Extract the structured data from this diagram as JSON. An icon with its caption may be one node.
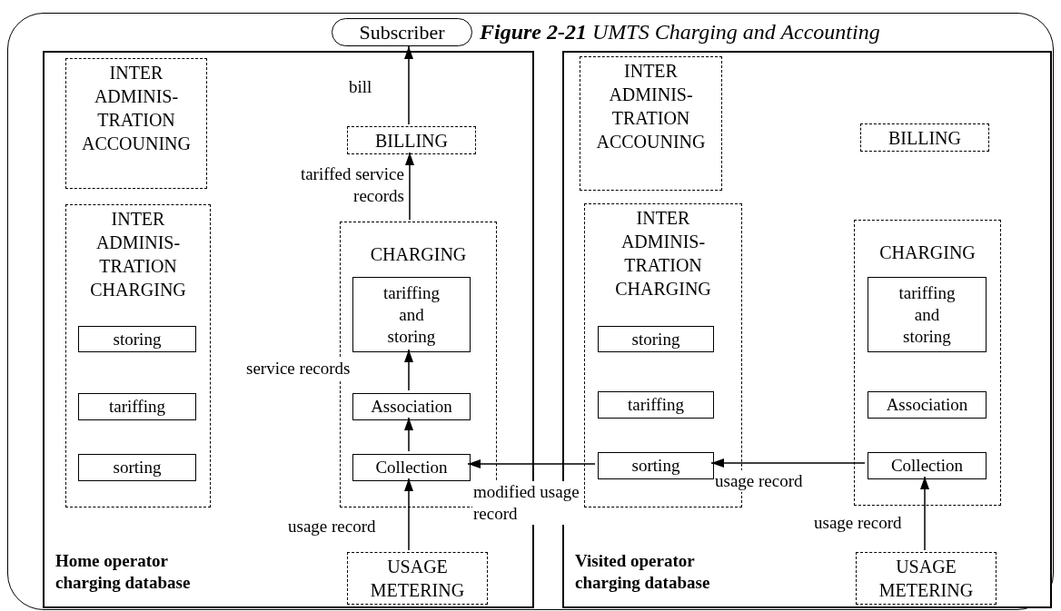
{
  "diagram": {
    "title": "**Figure 2-21**  UMTS Charging and Accounting",
    "nodes": [
      {
        "text": [
          "Subscriber"
        ]
      },
      {
        "text": [
          "Home operator charging database"
        ]
      },
      {
        "text": [
          "INTER ADMINIS- TRATION ACCOUNING"
        ],
        "in": 1
      },
      {
        "text": [
          "INTER ADMINIS- TRATION CHARGING"
        ],
        "in": 1
      },
      {
        "text": [
          "storing"
        ],
        "in": 3
      },
      {
        "text": [
          "tariffing"
        ],
        "in": 3
      },
      {
        "text": [
          "sorting"
        ],
        "in": 3
      },
      {
        "text": [
          "BILLING"
        ],
        "in": 1
      },
      {
        "text": [
          "CHARGING"
        ],
        "in": 1
      },
      {
        "text": [
          "tariffing and storing"
        ],
        "in": 8
      },
      {
        "text": [
          "Association"
        ],
        "in": 8
      },
      {
        "text": [
          "Collection"
        ],
        "in": 8
      },
      {
        "text": [
          "USAGE METERING"
        ],
        "in": 1
      },
      {
        "text": [
          "Visited operator charging database"
        ]
      },
      {
        "text": [
          "INTER ADMINIS- TRATION ACCOUNING"
        ],
        "in": 13
      },
      {
        "text": [
          "INTER ADMINIS- TRATION CHARGING"
        ],
        "in": 13
      },
      {
        "text": [
          "storing"
        ],
        "in": 15
      },
      {
        "text": [
          "tariffing"
        ],
        "in": 15
      },
      {
        "text": [
          "sorting"
        ],
        "in": 15
      },
      {
        "text": [
          "BILLING"
        ],
        "in": 13
      },
      {
        "text": [
          "CHARGING"
        ],
        "in": 13
      },
      {
        "text": [
          "tariffing and storing"
        ],
        "in": 20
      },
      {
        "text": [
          "Association"
        ],
        "in": 20
      },
      {
        "text": [
          "Collection"
        ],
        "in": 20
      },
      {
        "text": [
          "USAGE METERING"
        ],
        "in": 13
      }
    ],
    "edges": [
      {
        "from": 7,
        "to": 0,
        "arrow": "to",
        "label": "bill"
      },
      {
        "from": 8,
        "to": 7,
        "arrow": "to",
        "label": "tariffed service records"
      },
      {
        "from": 10,
        "to": 9,
        "arrow": "to",
        "label": "service records"
      },
      {
        "from": 11,
        "to": 10,
        "arrow": "to"
      },
      {
        "from": 12,
        "to": 11,
        "arrow": "to",
        "label": "usage record"
      },
      {
        "from": 18,
        "to": 11,
        "arrow": "to",
        "label": "modified usage record"
      },
      {
        "from": 23,
        "to": 18,
        "arrow": "to",
        "label": "usage record"
      },
      {
        "from": 24,
        "to": 23,
        "arrow": "to",
        "label": "usage record"
      }
    ]
  }
}
